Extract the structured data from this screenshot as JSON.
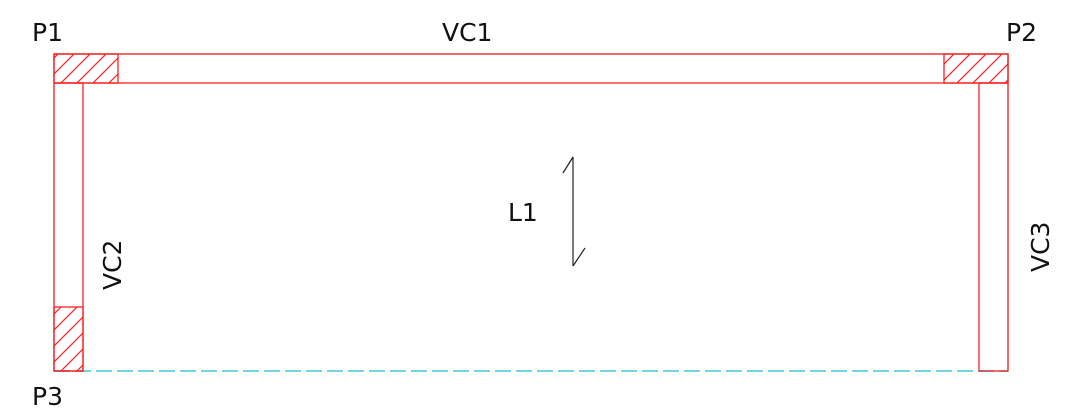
{
  "labels": {
    "p1": "P1",
    "p2": "P2",
    "p3": "P3",
    "vc1": "VC1",
    "vc2": "VC2",
    "vc3": "VC3",
    "l1": "L1"
  },
  "colors": {
    "beam_line": "#ff2020",
    "slab_edge": "#6fd6e6",
    "text": "#111111",
    "arrow": "#222222"
  }
}
